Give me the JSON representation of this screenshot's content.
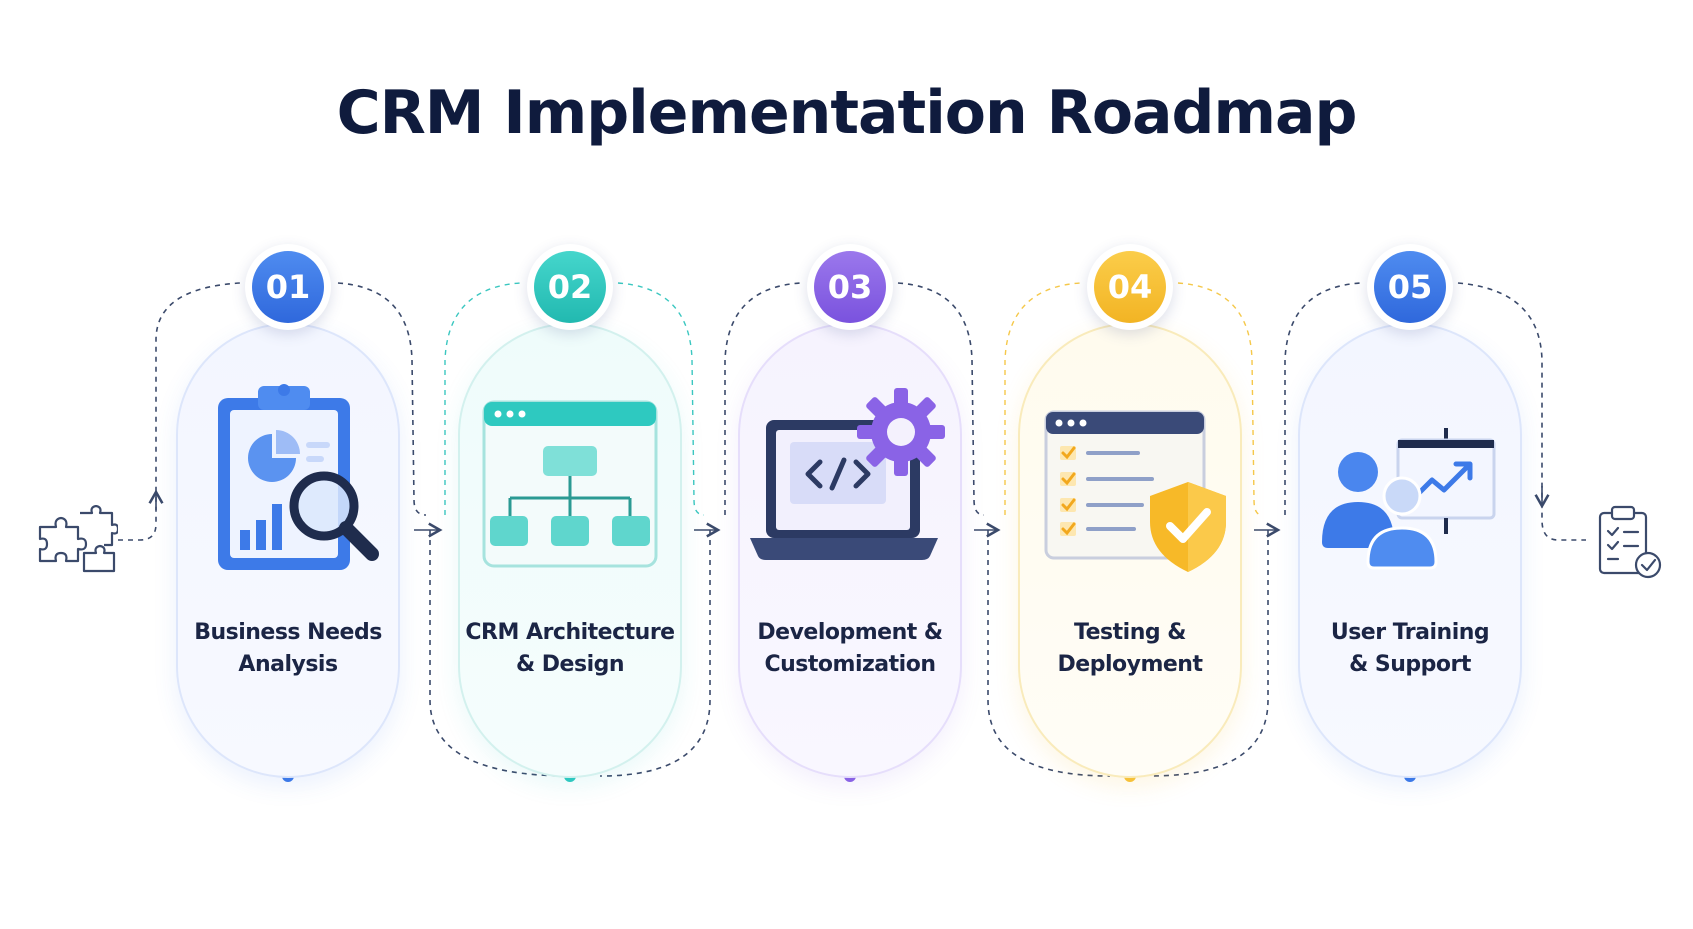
{
  "title": "CRM Implementation Roadmap",
  "steps": [
    {
      "number": "01",
      "label": "Business Needs\nAnalysis",
      "accent": "#3d7ae8"
    },
    {
      "number": "02",
      "label": "CRM Architecture\n& Design",
      "accent": "#2ec9c0"
    },
    {
      "number": "03",
      "label": "Development &\nCustomization",
      "accent": "#8a63e6"
    },
    {
      "number": "04",
      "label": "Testing &\nDeployment",
      "accent": "#f7c23a"
    },
    {
      "number": "05",
      "label": "User Training\n& Support",
      "accent": "#3d7ae8"
    }
  ],
  "icons": {
    "start": "puzzle-icon",
    "end": "checklist-icon",
    "step_icons": [
      "clipboard-magnifier-icon",
      "architecture-diagram-icon",
      "laptop-code-gear-icon",
      "checklist-shield-icon",
      "team-presentation-icon"
    ]
  },
  "colors": {
    "title": "#0f1b3d",
    "label": "#1b2545",
    "connector": "#3b4a6b"
  }
}
